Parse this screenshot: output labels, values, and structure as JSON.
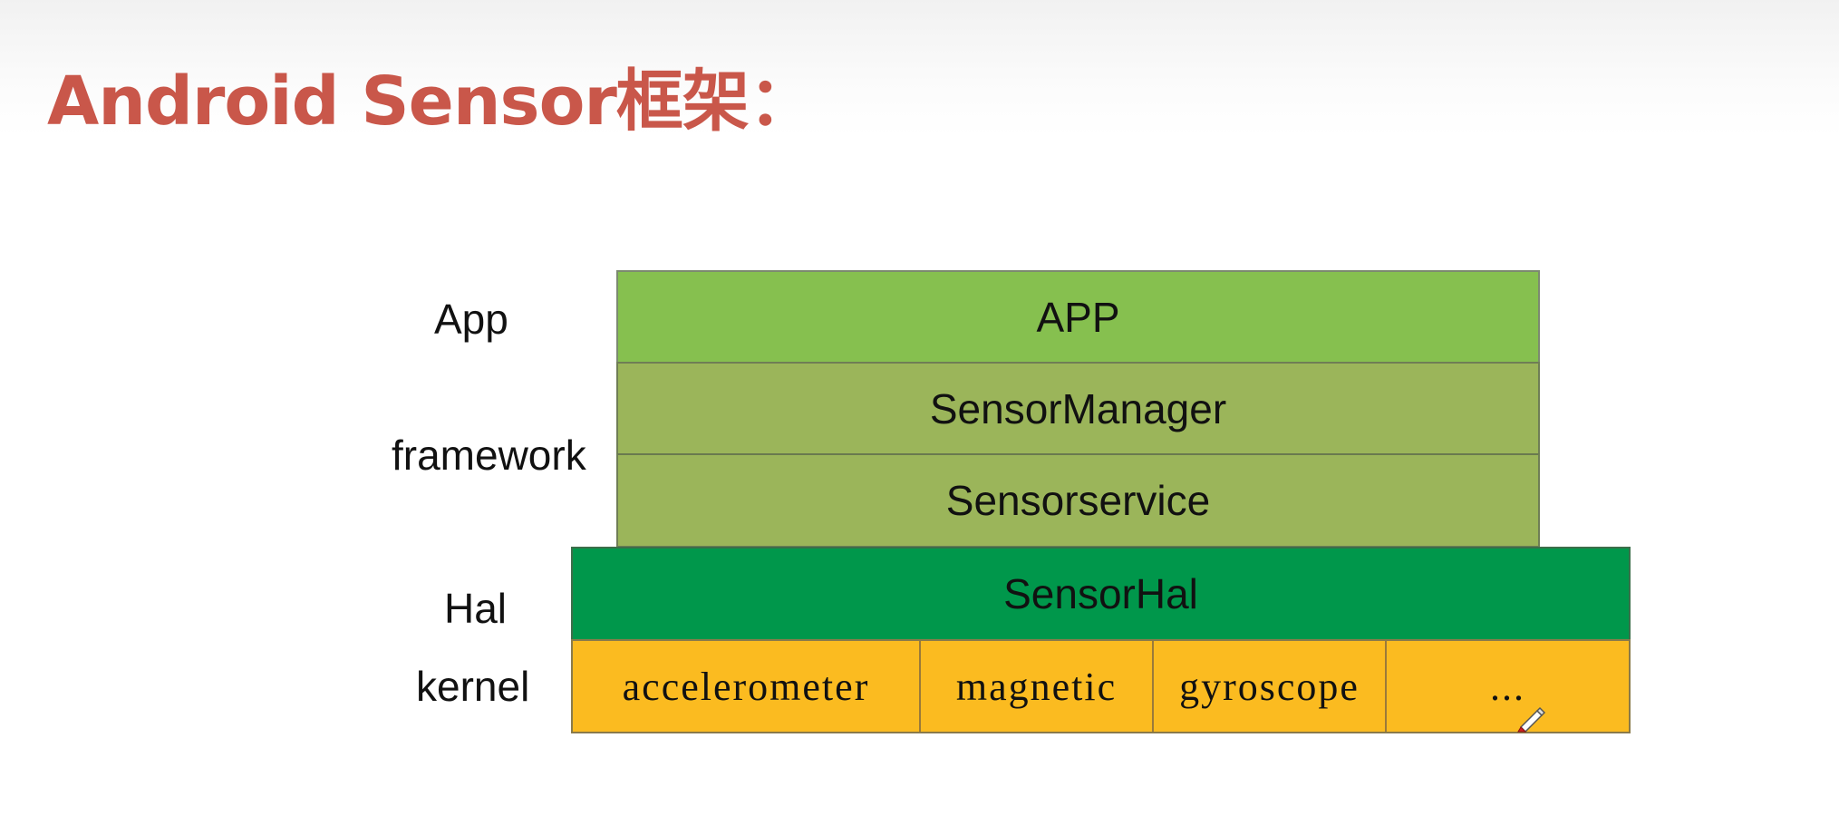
{
  "slide": {
    "title": "Android Sensor框架："
  },
  "layer_labels": {
    "app": "App",
    "framework": "framework",
    "hal": "Hal",
    "kernel": "kernel"
  },
  "boxes": {
    "app": "APP",
    "sensor_manager": "SensorManager",
    "sensor_service": "Sensorservice",
    "sensor_hal": "SensorHal"
  },
  "kernel_drivers": [
    "accelerometer",
    "magnetic",
    "gyroscope",
    "..."
  ],
  "colors": {
    "title": "#c9574a",
    "app_layer": "#86c04f",
    "framework_layer": "#9bb55a",
    "hal_layer": "#00974b",
    "kernel_layer": "#fbbb20"
  },
  "icons": {
    "cursor": "pen-cursor-icon"
  }
}
